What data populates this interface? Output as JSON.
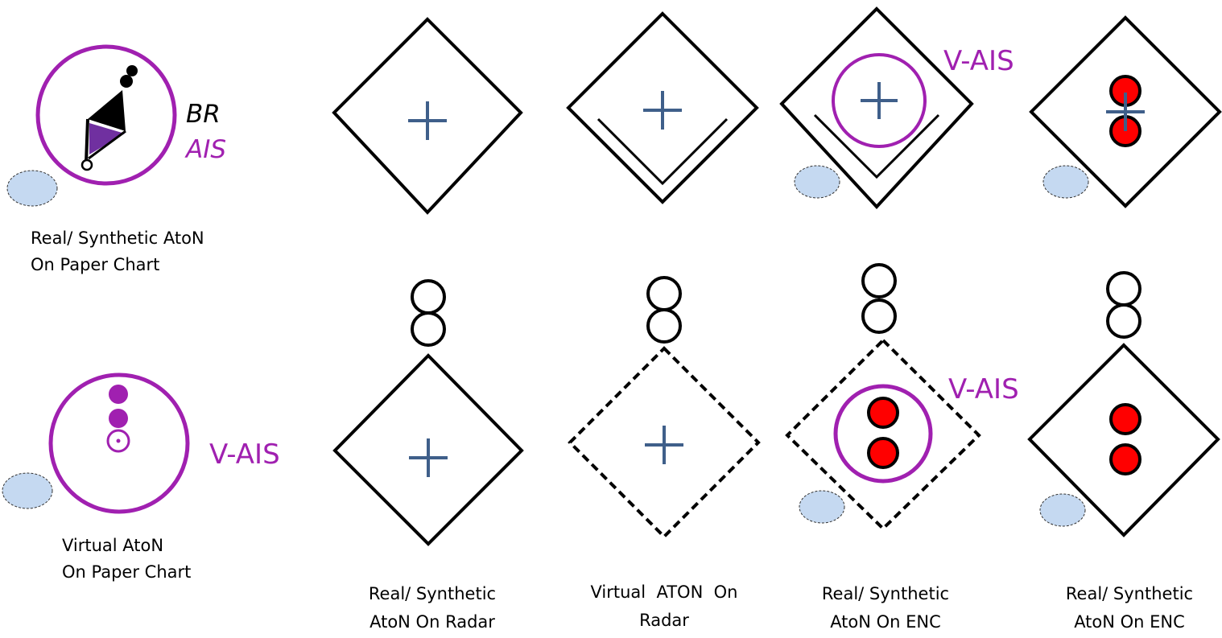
{
  "colors": {
    "magenta": "#A020B0",
    "cross": "#3F5F8A",
    "red": "#FF0000",
    "ellipse_fill": "#C5D9F1",
    "triangle_purple": "#7030A0"
  },
  "paper_chart_real": {
    "symbol_text_1": "BR",
    "symbol_text_2": "AIS",
    "caption_line_1": "Real/ Synthetic AtoN",
    "caption_line_2": "On Paper Chart"
  },
  "paper_chart_virtual": {
    "symbol_text": "V-AIS",
    "caption_line_1": "Virtual AtoN",
    "caption_line_2": "On Paper Chart"
  },
  "enc_top": {
    "symbol_text": "V-AIS"
  },
  "enc_bottom": {
    "symbol_text": "V-AIS"
  },
  "captions": [
    {
      "line1": "Real/ Synthetic",
      "line2": "AtoN On Radar"
    },
    {
      "line1": "Virtual  ATON  On",
      "line2": "Radar"
    },
    {
      "line1": "Real/ Synthetic",
      "line2": "AtoN On ENC"
    },
    {
      "line1": "Real/ Synthetic",
      "line2": "AtoN On ENC"
    }
  ]
}
